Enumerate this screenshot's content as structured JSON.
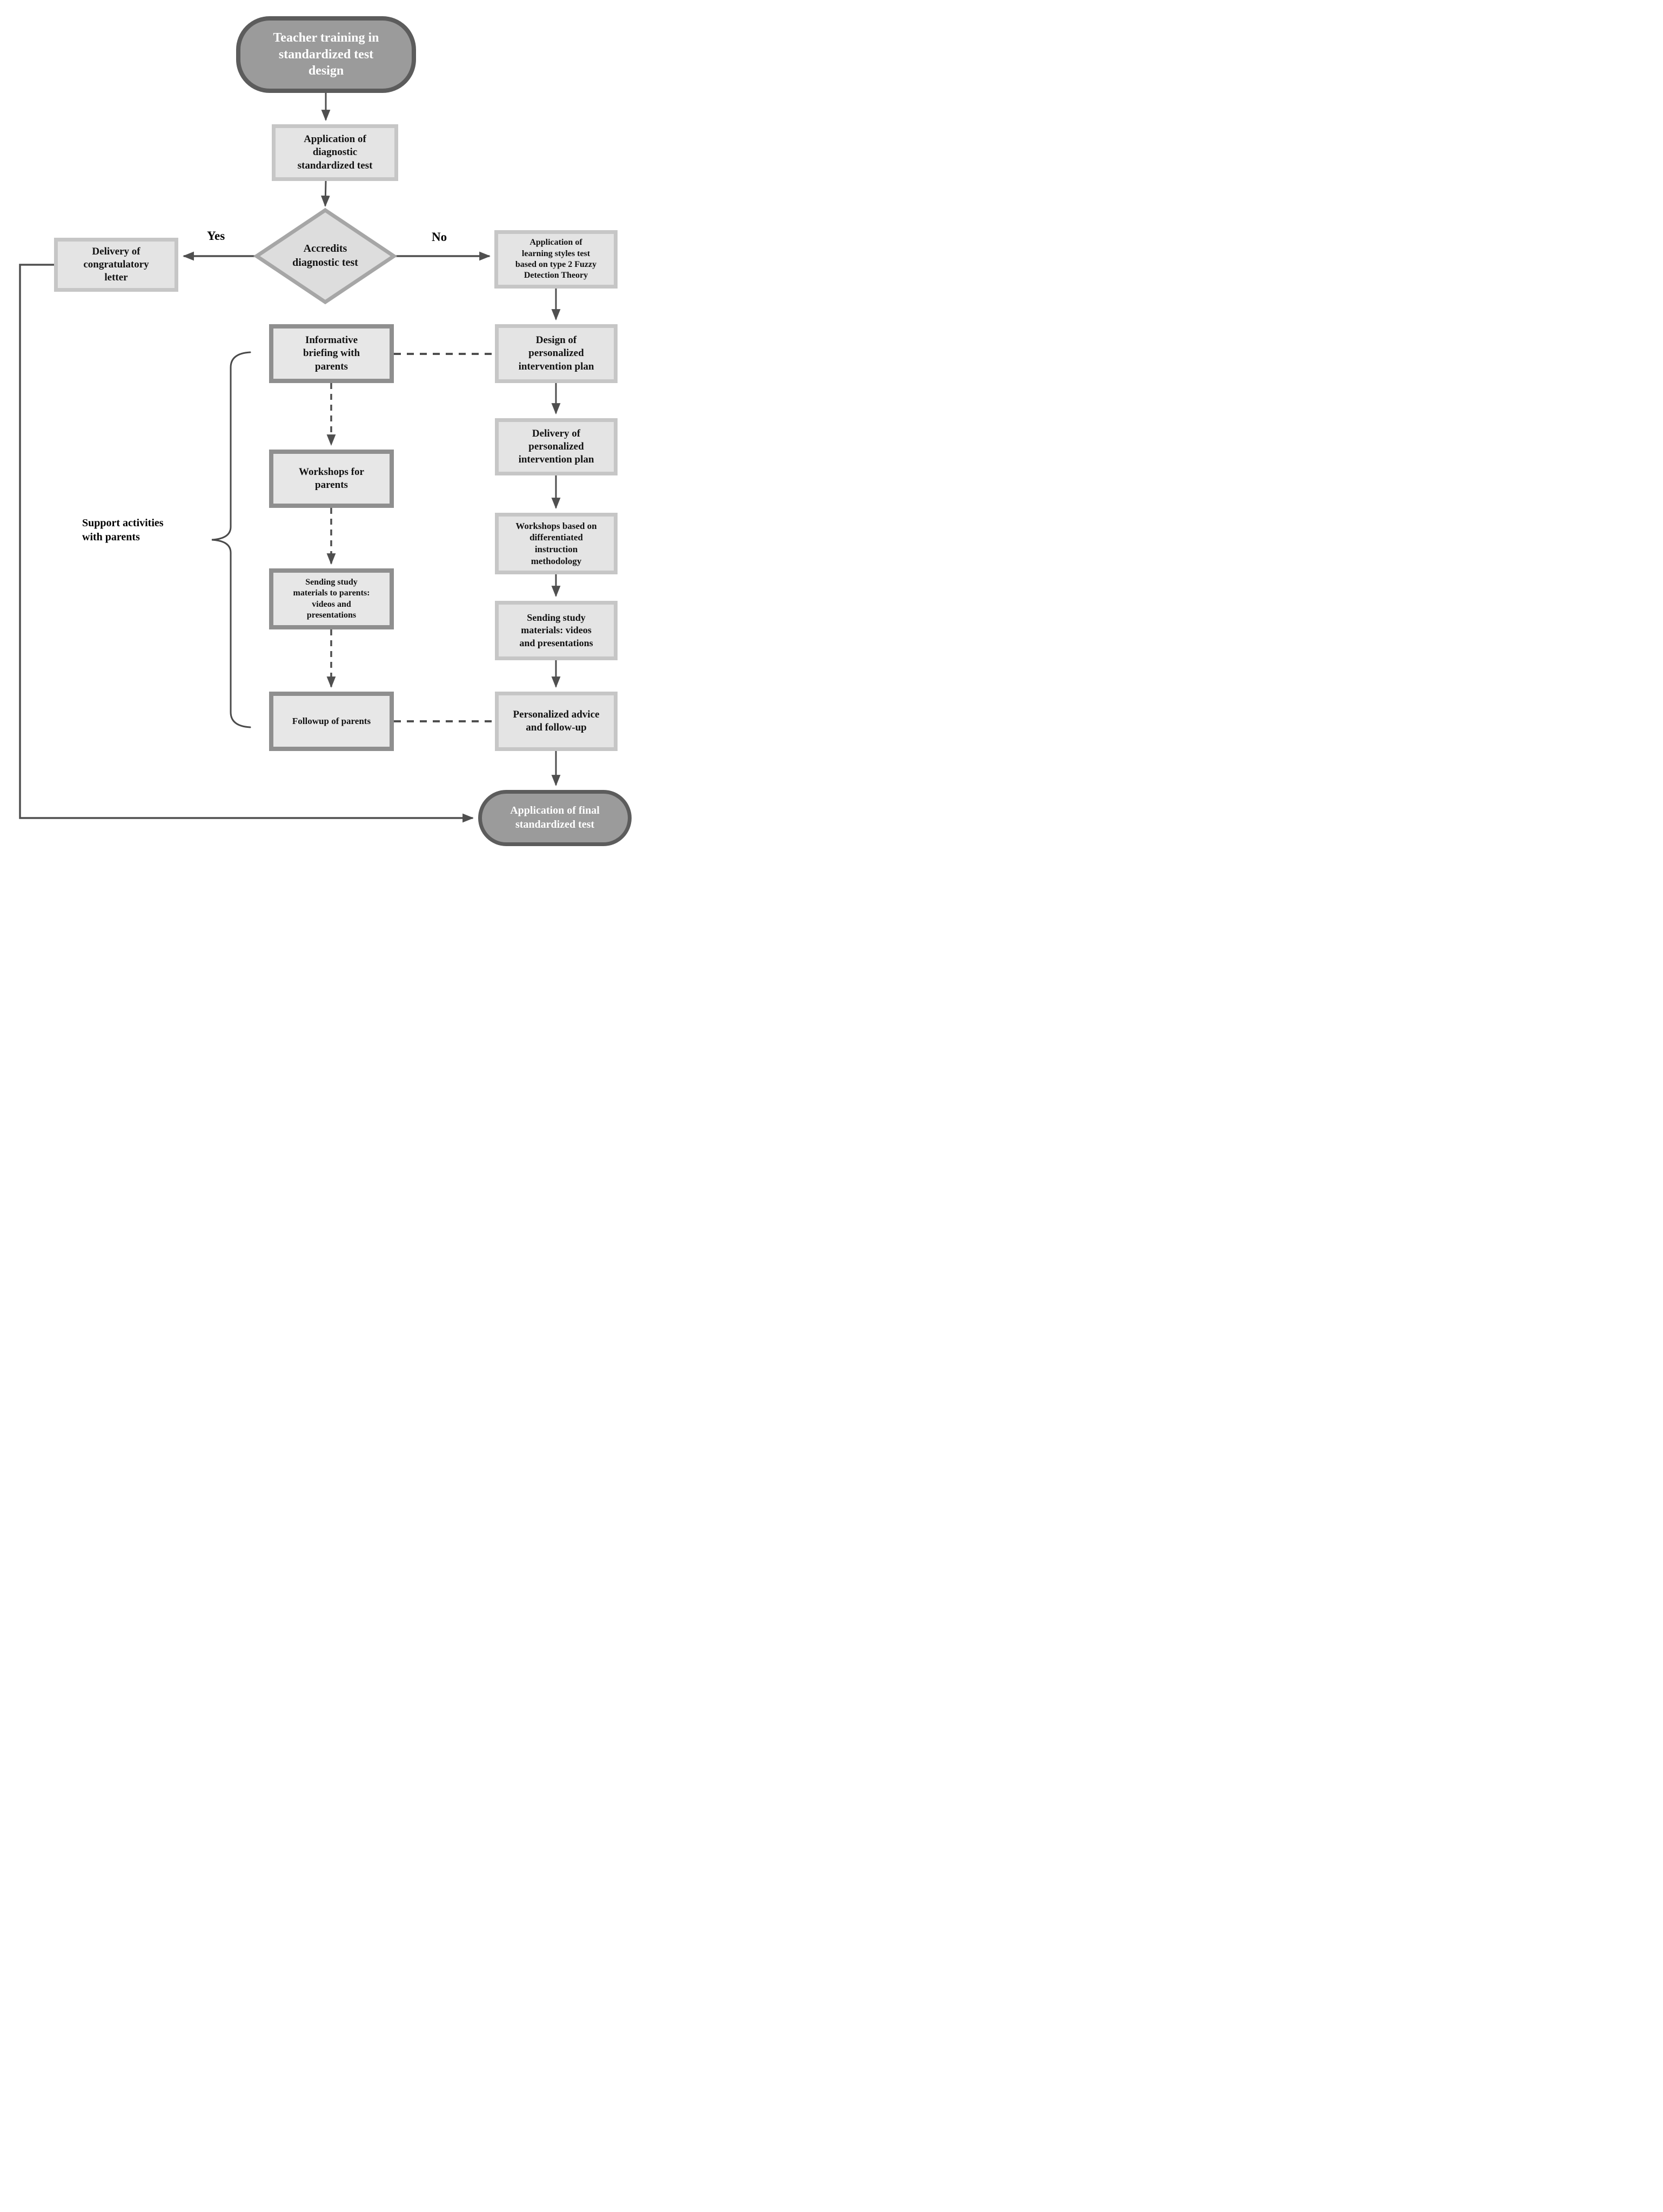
{
  "diagram": {
    "nodes": {
      "start": {
        "label": "Teacher training in\nstandardized test\ndesign"
      },
      "diagnostic_test": {
        "label": "Application of\ndiagnostic\nstandardized test"
      },
      "decision": {
        "label": "Accredits\ndiagnostic test"
      },
      "congratulatory": {
        "label": "Delivery of\ncongratulatory\nletter"
      },
      "learning_styles": {
        "label": "Application of\nlearning styles test\nbased on type 2 Fuzzy\nDetection Theory"
      },
      "informative_briefing": {
        "label": "Informative\nbriefing with\nparents"
      },
      "design_plan": {
        "label": "Design of\npersonalized\nintervention plan"
      },
      "workshops_parents": {
        "label": "Workshops for\nparents"
      },
      "delivery_plan": {
        "label": "Delivery of\npersonalized\nintervention plan"
      },
      "sending_parents": {
        "label": "Sending study\nmaterials to parents:\nvideos and\npresentations"
      },
      "workshops_differentiated": {
        "label": "Workshops based on\ndifferentiated\ninstruction\nmethodology"
      },
      "followup_parents": {
        "label": "Followup of parents"
      },
      "sending_materials": {
        "label": "Sending study\nmaterials: videos\nand presentations"
      },
      "advice_followup": {
        "label": "Personalized advice\nand follow-up"
      },
      "final_test": {
        "label": "Application of final\nstandardized test"
      }
    },
    "edge_labels": {
      "yes": "Yes",
      "no": "No"
    },
    "annotations": {
      "support_activities": "Support activities\nwith parents"
    },
    "colors": {
      "process_fill": "#e4e4e4",
      "process_border_light": "#c6c6c6",
      "process_border_dark": "#8f8f8f",
      "stadium_fill": "#9b9b9b",
      "stadium_border": "#5c5c5c",
      "diamond_fill": "#dddddd",
      "diamond_border": "#a6a6a6",
      "connector": "#4f4f4f",
      "text_dark": "#111111",
      "text_light": "#ffffff"
    }
  }
}
